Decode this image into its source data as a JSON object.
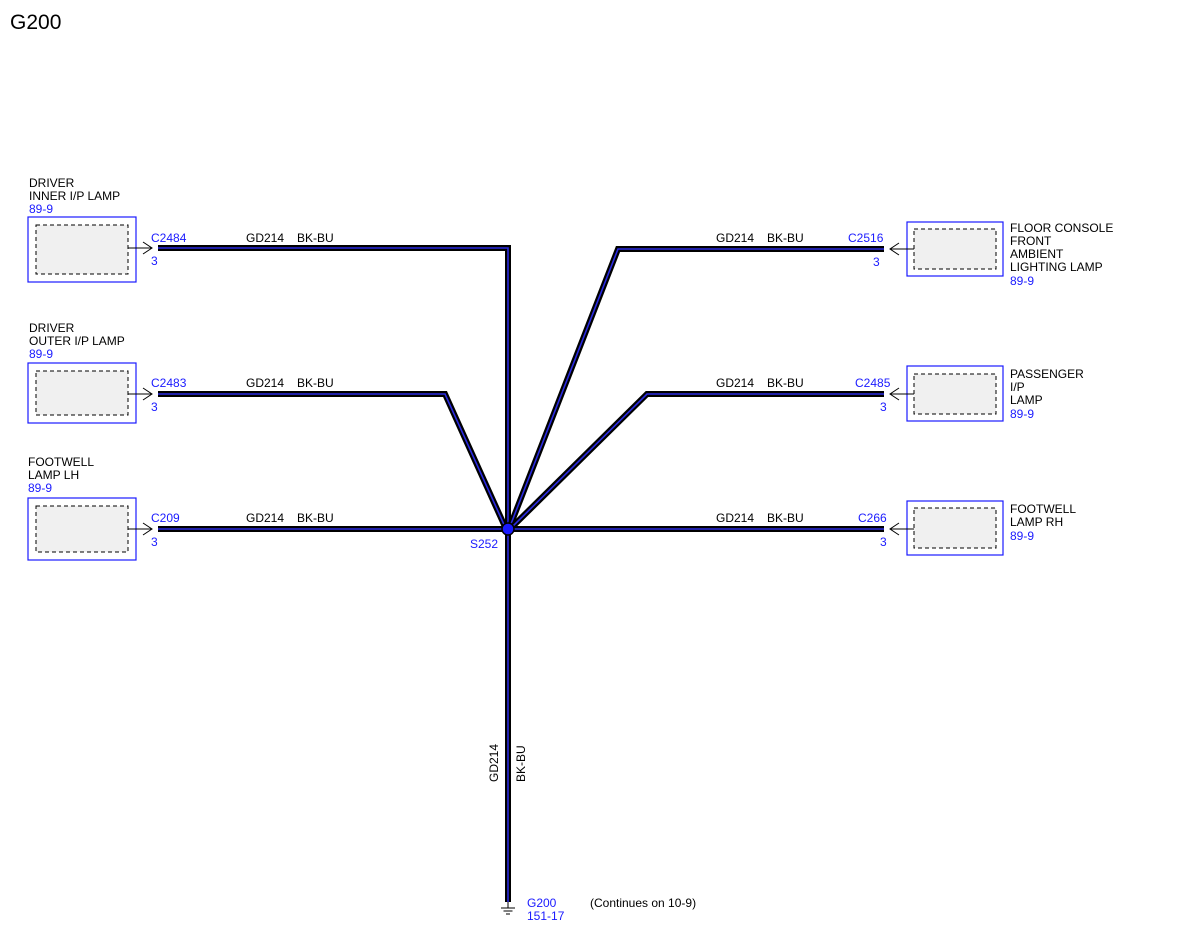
{
  "title": "G200",
  "colors": {
    "wire": "#000000",
    "wire_core": "#2b2be0",
    "ref_text": "#1a1aff",
    "box_border": "#1a1aff",
    "box_fill": "#f0f0f0"
  },
  "components": {
    "driver_inner": {
      "name1": "DRIVER",
      "name2": "INNER I/P LAMP",
      "ref": "89-9",
      "connector": "C2484",
      "pin": "3"
    },
    "driver_outer": {
      "name1": "DRIVER",
      "name2": "OUTER I/P LAMP",
      "ref": "89-9",
      "connector": "C2483",
      "pin": "3"
    },
    "footwell_lh": {
      "name1": "FOOTWELL",
      "name2": "LAMP LH",
      "ref": "89-9",
      "connector": "C209",
      "pin": "3"
    },
    "floor_console": {
      "name1": "FLOOR CONSOLE",
      "name2": "FRONT",
      "name3": "AMBIENT",
      "name4": "LIGHTING LAMP",
      "ref": "89-9",
      "connector": "C2516",
      "pin": "3"
    },
    "passenger": {
      "name1": "PASSENGER",
      "name2": "I/P",
      "name3": "LAMP",
      "ref": "89-9",
      "connector": "C2485",
      "pin": "3"
    },
    "footwell_rh": {
      "name1": "FOOTWELL",
      "name2": "LAMP RH",
      "ref": "89-9",
      "connector": "C266",
      "pin": "3"
    }
  },
  "wire": {
    "circuit": "GD214",
    "color": "BK-BU"
  },
  "splice": {
    "id": "S252"
  },
  "ground": {
    "id": "G200",
    "ref": "151-17",
    "note": "(Continues on 10-9)"
  }
}
